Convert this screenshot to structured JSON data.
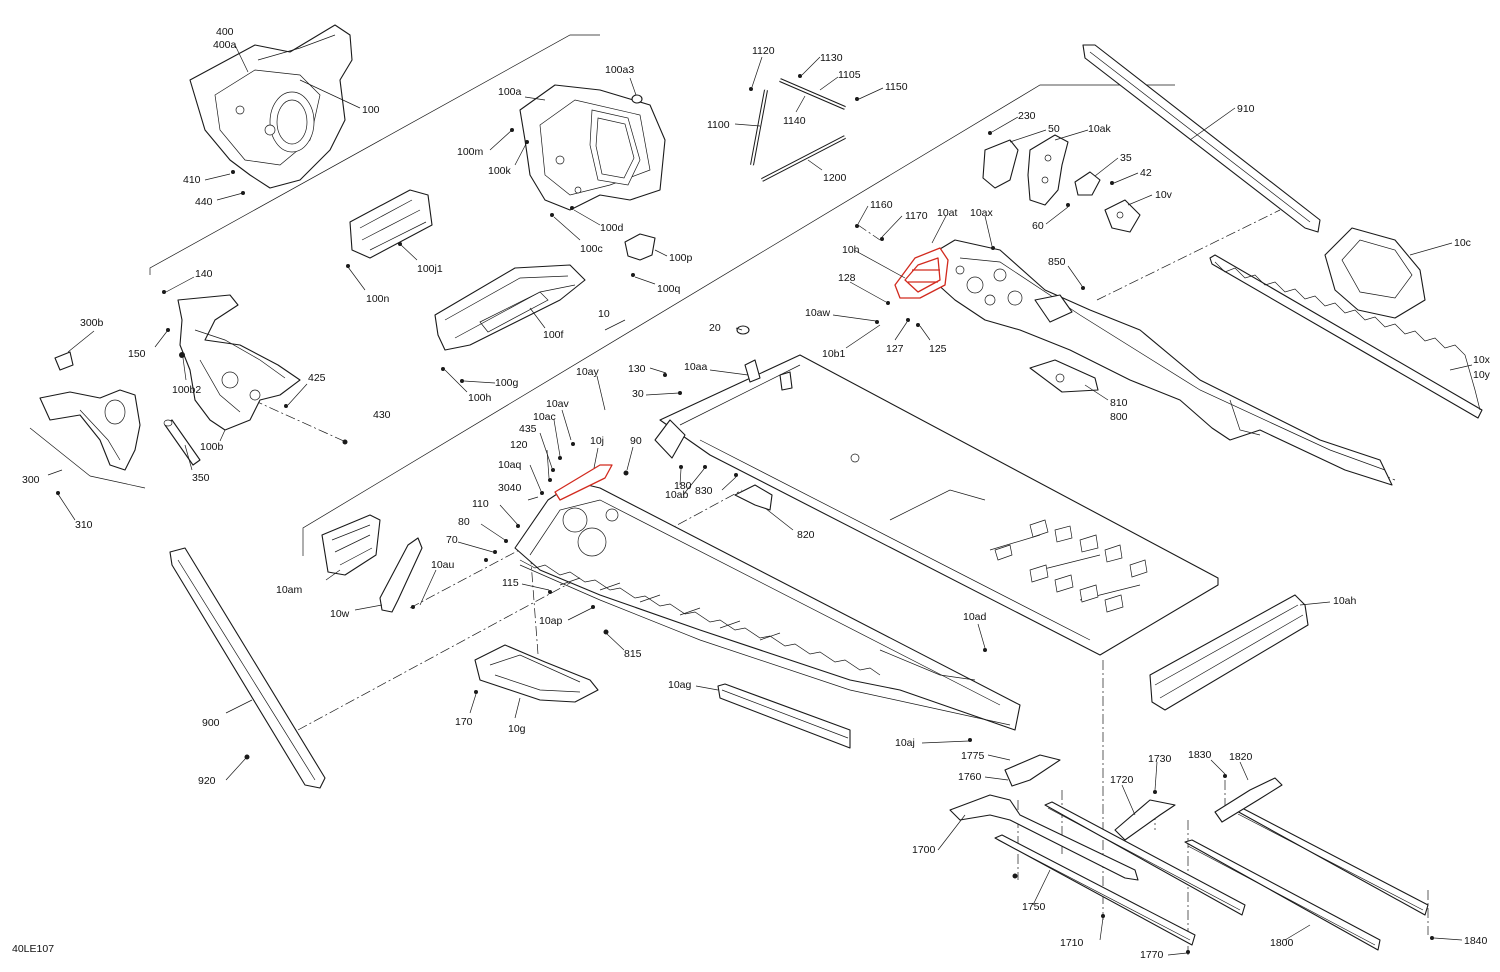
{
  "diagram": {
    "reference_code": "40LE107",
    "highlight_color": "#d22a1e",
    "labels": [
      "400",
      "400a",
      "100",
      "410",
      "440",
      "100a",
      "100a3",
      "100m",
      "100k",
      "100d",
      "100c",
      "100p",
      "100q",
      "100j1",
      "100n",
      "100f",
      "100g",
      "100h",
      "140",
      "150",
      "100b2",
      "300b",
      "425",
      "430",
      "100b",
      "350",
      "300",
      "310",
      "10",
      "1120",
      "1130",
      "1105",
      "1150",
      "1140",
      "1100",
      "1200",
      "910",
      "230",
      "50",
      "10ak",
      "35",
      "42",
      "10v",
      "60",
      "10c",
      "1160",
      "1170",
      "10at",
      "10ax",
      "10h",
      "128",
      "850",
      "10aw",
      "127",
      "125",
      "10b1",
      "20",
      "10aa",
      "130",
      "30",
      "10ay",
      "10x",
      "10y",
      "810",
      "800",
      "10av",
      "10ac",
      "435",
      "10j",
      "90",
      "120",
      "10aq",
      "180",
      "10ab",
      "830",
      "3040",
      "110",
      "820",
      "80",
      "70",
      "10am",
      "10au",
      "10w",
      "115",
      "10ap",
      "815",
      "10ad",
      "10ah",
      "10ag",
      "170",
      "10g",
      "900",
      "10aj",
      "1775",
      "1760",
      "1730",
      "1830",
      "1820",
      "1720",
      "920",
      "1700",
      "1750",
      "1710",
      "1770",
      "1800",
      "1840"
    ]
  }
}
